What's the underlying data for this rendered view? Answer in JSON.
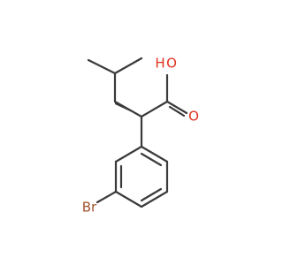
{
  "molecule": {
    "atoms": {
      "hydroxyl_h": "H",
      "hydroxyl_o": "O",
      "carbonyl_o": "O",
      "bromine": "Br"
    },
    "colors": {
      "bond": "#3a3a3a",
      "oxygen": "#e0301e",
      "bromine": "#a0522d"
    }
  }
}
